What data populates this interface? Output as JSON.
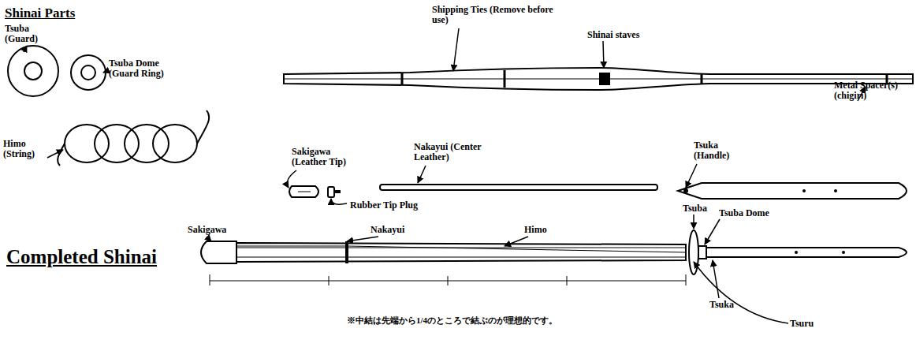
{
  "diagram": {
    "title": "Shinai Parts",
    "labels": [
      "Tsuba (Guard)",
      "Tsuba Dome (Guard Ring)",
      "Himo (String)",
      "Sakigawa (Leather Tip)",
      "Rubber Tip Plug",
      "Nakayui (Center Leather)",
      "Tsuka (Handle)",
      "Shipping Ties (Remove before use)",
      "Shinai staves",
      "Metal Spacer(s) (chigiri)",
      "Completed Shinai",
      "Sakigawa",
      "Nakayui",
      "Himo",
      "Tsuba",
      "Tsuba Dome",
      "Tsuka",
      "Tsuru",
      "※中結は先端から1/4のところで結ぶのが理想的です。"
    ]
  }
}
